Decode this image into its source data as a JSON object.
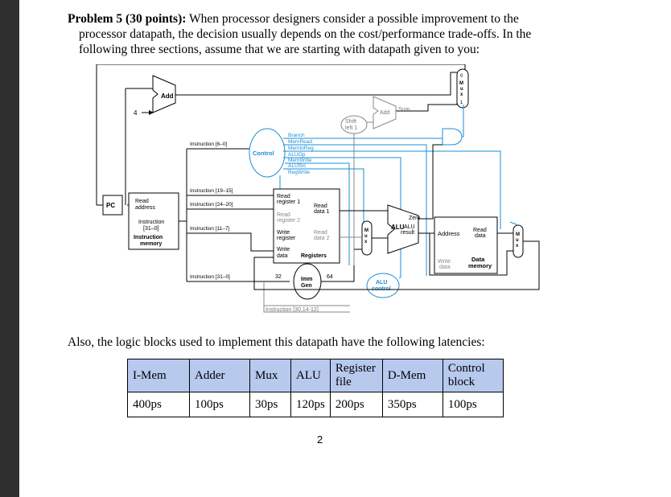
{
  "problem": {
    "heading": "Problem 5 (30 points):",
    "intro_line1": " When processor designers consider a possible improvement to the",
    "intro_line2": "processor datapath, the decision usually depends on the cost/performance trade-offs. In the",
    "intro_line3": "following three sections, assume that we are starting with datapath given to you:"
  },
  "diagram": {
    "add_top": "Add",
    "four": "4",
    "add_sum_add": "Add",
    "add_sum_sum": "Sum",
    "shift": [
      "Shift",
      "left 1"
    ],
    "pc": "PC",
    "imem_read": "Read",
    "imem_address": "address",
    "imem_instr": "Instruction",
    "imem_bits": "[31–0]",
    "imem_title1": "Instruction",
    "imem_title2": "memory",
    "instr_6_0": "Instruction [6–0]",
    "control": "Control",
    "control_signals": [
      "Branch",
      "MemRead",
      "MemtoReg",
      "ALUOp",
      "MemWrite",
      "ALUSrc",
      "RegWrite"
    ],
    "instr_19_15": "Instruction [19–15]",
    "instr_24_20": "Instruction [24–20]",
    "instr_11_7": "Instruction [11–7]",
    "instr_31_0": "Instruction [31–0]",
    "reg_read_reg1": [
      "Read",
      "register 1"
    ],
    "reg_read_data1": [
      "Read",
      "data 1"
    ],
    "reg_read_reg2": [
      "Read",
      "register 2"
    ],
    "reg_write_reg": [
      "Write",
      "register"
    ],
    "reg_read_data2": [
      "Read",
      "data 2"
    ],
    "reg_write_data": [
      "Write",
      "data"
    ],
    "registers": "Registers",
    "imm32": "32",
    "imm64": "64",
    "immgen": [
      "Imm",
      "Gen"
    ],
    "instr_30_14_12": "Instruction [30,14-12]",
    "alu_control": [
      "ALU",
      "control"
    ],
    "zero": "Zero",
    "alu": "ALU",
    "alu_result": [
      "ALU",
      "result"
    ],
    "dmem_address": "Address",
    "dmem_read_data": [
      "Read",
      "data"
    ],
    "dmem_write_data": [
      "Write",
      "data"
    ],
    "dmem_title": [
      "Data",
      "memory"
    ],
    "mux_label": "Mux",
    "mux0": "0",
    "mux1": "1"
  },
  "also_text": "Also, the logic blocks used to implement this datapath have the following latencies:",
  "latency_table": {
    "headers": [
      "I-Mem",
      "Adder",
      "Mux",
      "ALU",
      "Register file",
      "D-Mem",
      "Control block"
    ],
    "header_lines": [
      [
        "I-Mem"
      ],
      [
        "Adder"
      ],
      [
        "Mux"
      ],
      [
        "ALU"
      ],
      [
        "Register",
        "file"
      ],
      [
        "D-Mem"
      ],
      [
        "Control",
        "block"
      ]
    ],
    "values": [
      "400ps",
      "100ps",
      "30ps",
      "120ps",
      "200ps",
      "350ps",
      "100ps"
    ]
  },
  "page_number": "2",
  "colors": {
    "control_blue": "#1a8fd6",
    "table_header_bg": "#b8c9ee"
  }
}
